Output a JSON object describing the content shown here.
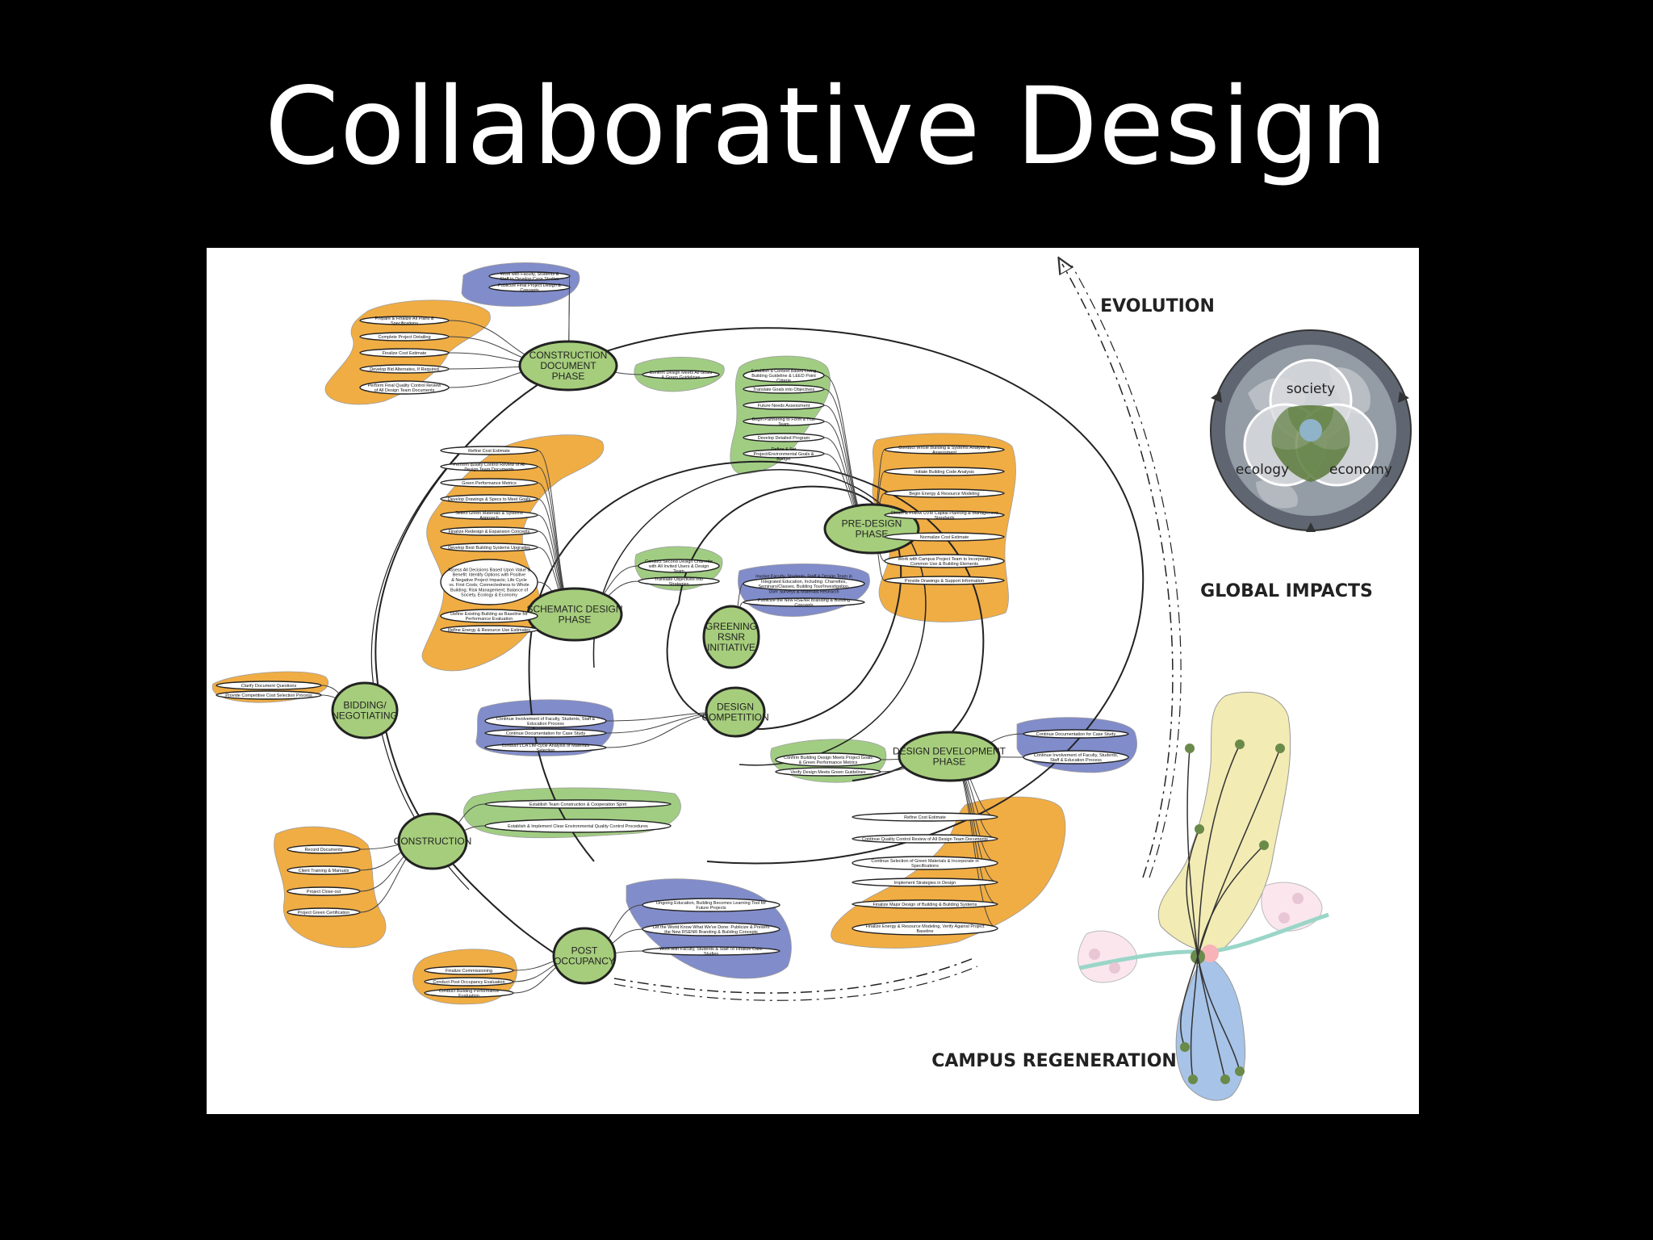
{
  "title": "Collaborative Design",
  "colors": {
    "background": "#000000",
    "panel": "#ffffff",
    "orange": "#f0a93b",
    "blue": "#7b86c8",
    "green": "#9ccb7d",
    "phase": "#a6cd7c",
    "yellow": "#f2ebb4",
    "lightblue": "#a7c3e8"
  },
  "labels": {
    "evolution": "EVOLUTION",
    "global_impacts": "GLOBAL IMPACTS",
    "campus_regeneration": "CAMPUS REGENERATION"
  },
  "venn": {
    "society": "society",
    "ecology": "ecology",
    "economy": "economy"
  },
  "phases": {
    "cd": [
      "CONSTRUCTION",
      "DOCUMENT",
      "PHASE"
    ],
    "pre": [
      "PRE-DESIGN",
      "PHASE"
    ],
    "sd": [
      "SCHEMATIC DESIGN",
      "PHASE"
    ],
    "green": [
      "GREENING",
      "RSNR",
      "INITIATIVE"
    ],
    "comp": [
      "DESIGN",
      "COMPETITION"
    ],
    "bid": [
      "BIDDING/",
      "NEGOTIATING"
    ],
    "dd": [
      "DESIGN DEVELOPMENT",
      "PHASE"
    ],
    "cons": [
      "CONSTRUCTION"
    ],
    "post": [
      "POST",
      "OCCUPANCY"
    ]
  },
  "tasks": {
    "cd_blue": [
      "Work with Faculty, Students & Staff to Develop Case Studies",
      "Publicize Final Project Design & Concepts"
    ],
    "cd_orange": [
      "Prepare & Finalize All Plans & Specifications",
      "Complete Project Detailing",
      "Finalize Cost Estimate",
      "Develop Bid Alternates, If Required",
      "Perform Final Quality Control Review of All Design Team Documents"
    ],
    "cd_green": [
      "Confirm Design Meets All Goals & Green Guidelines"
    ],
    "pre_green": [
      "Establish a Context Based Living Building Guideline & LEED Point Criteria",
      "Translate Goals into Objectives",
      "Future Needs Assessment",
      "Begin Partnering to Form a True Team",
      "Develop Detailed Program",
      "Define & Set Project/Environmental Goals & Budget"
    ],
    "pre_orange": [
      "Conduct Whole Building & Systems Analysis & Assessment",
      "Initiate Building Code Analysis",
      "Begin Energy & Resource Modeling",
      "Obtain & Follow UVM Capital Planning & Management Standards",
      "Normalize Cost Estimate",
      "Work with Campus Project Team to Incorporate Common Use & Building Elements",
      "Provide Drawings & Support Information"
    ],
    "sd_orange": [
      "Refine Cost Estimate",
      "Perform quality Control Review of All Design Team Documents",
      "Green Performance Metrics",
      "Develop Drawings & Specs to Meet Goals",
      "Select Green Materials & Systems Approach",
      "Finalize Redesign & Expansion Concepts",
      "Develop Best Building Systems Upgrades",
      "Assess All Decisions Based Upon Value & Benefit: Identify Options with Positive & Negative Project Impacts; Life Cycle vs. First Costs; Connectedness to Whole Building; Risk Management; Balance of Society, Ecology & Economy",
      "Define Existing Building as Baseline for Performance Evaluation",
      "Refine Energy & Resource Use Estimates"
    ],
    "sd_green": [
      "Conduct Second Design Charrette with All Invited Users & Design Team",
      "Translate Objectives into Strategies"
    ],
    "green_blue": [
      "Involve Faculty, Students, Staff & Design Team in Integrated Education, Including: Charrettes, Seminars/Classes, Building Tour/Investigation, User Surveys & Materials Research",
      "Publicize the New RSENR Branding & Building Concepts"
    ],
    "bid_orange": [
      "Clarify Document Questions",
      "Provide Competitive Cost Selection Process"
    ],
    "comp_blue": [
      "Continue Involvement of Faculty, Students, Staff & Education Process",
      "Continue Documentation for Case Study",
      "Conduct LCA Life-cycle Analysis of Materials Selection"
    ],
    "dd_green": [
      "Confirm Building Design Meets Project Goals & Green Performance Metrics",
      "Verify Design Meets Green Guidelines"
    ],
    "dd_blue": [
      "Continue Documentation for Case Study",
      "Continue Involvement of Faculty, Students, Staff & Education Process"
    ],
    "dd_orange": [
      "Refine Cost Estimate",
      "Continue Quality Control Review of All Design Team Documents",
      "Continue Selection of Green Materials & Incorporate in Specifications",
      "Implement Strategies in Design",
      "Finalize Major Design of Building & Building Systems",
      "Finalize Energy & Resource Modeling, Verify Against Project Baseline"
    ],
    "cons_green": [
      "Establish Team Construction & Cooperation Spirit",
      "Establish & Implement Clear Environmental Quality Control Procedures"
    ],
    "cons_orange": [
      "Record Documents",
      "Client Training & Manuals",
      "Project Close-out",
      "Project Green Certification"
    ],
    "post_blue": [
      "Ongoing Education, Building Becomes Learning Tool for Future Projects",
      "Let the World Know What We've Done: Publicize & Present the New RSENR Branding & Building Concepts",
      "Work with Faculty, Students & Staff To Finalize Case Studies"
    ],
    "post_orange": [
      "Finalize Commissioning",
      "Conduct Post Occupancy Evaluation",
      "Conduct Building Performance Evaluation"
    ]
  }
}
